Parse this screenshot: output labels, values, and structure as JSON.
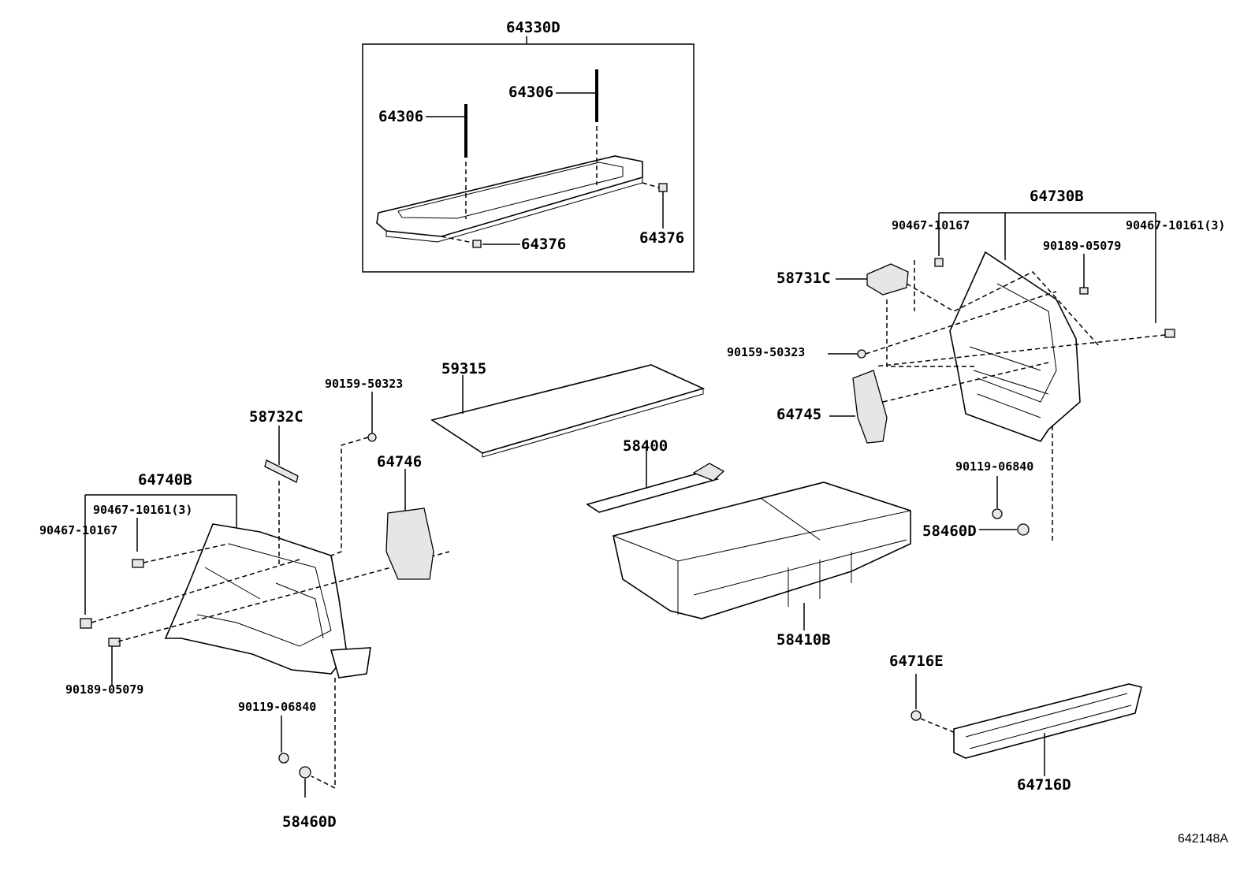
{
  "labels": {
    "l_64330D": "64330D",
    "l_64306_a": "64306",
    "l_64306_b": "64306",
    "l_64376_a": "64376",
    "l_64376_b": "64376",
    "l_64730B": "64730B",
    "l_90467_10167_r": "90467-10167",
    "l_90467_10161_r": "90467-10161(3)",
    "l_90189_05079_r": "90189-05079",
    "l_58731C": "58731C",
    "l_90159_50323_r": "90159-50323",
    "l_64745": "64745",
    "l_59315": "59315",
    "l_90159_50323_l": "90159-50323",
    "l_58732C": "58732C",
    "l_64746": "64746",
    "l_58400": "58400",
    "l_64740B": "64740B",
    "l_90467_10161_l": "90467-10161(3)",
    "l_90467_10167_l": "90467-10167",
    "l_90119_06840_r": "90119-06840",
    "l_58460D_r": "58460D",
    "l_58410B": "58410B",
    "l_90189_05079_l": "90189-05079",
    "l_90119_06840_l": "90119-06840",
    "l_58460D_l": "58460D",
    "l_64716E": "64716E",
    "l_64716D": "64716D",
    "doc_id": "642148A"
  }
}
